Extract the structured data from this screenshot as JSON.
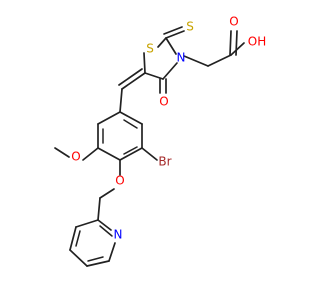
{
  "atoms": {
    "carboxyl_oh": {
      "text": "OH",
      "color": "#ff0000"
    },
    "carboxyl_o": {
      "text": "O",
      "color": "#ff0000"
    },
    "ring_s": {
      "text": "S",
      "color": "#c7a300"
    },
    "thione_s": {
      "text": "S",
      "color": "#c7a300"
    },
    "ring_n": {
      "text": "N",
      "color": "#0000ff"
    },
    "oxo_o": {
      "text": "O",
      "color": "#ff0000"
    },
    "methoxy_o": {
      "text": "O",
      "color": "#ff0000"
    },
    "br": {
      "text": "Br",
      "color": "#a52a2a"
    },
    "ether_o": {
      "text": "O",
      "color": "#ff0000"
    },
    "pyridine_n": {
      "text": "N",
      "color": "#0000ff"
    }
  },
  "colors": {
    "bond": "#222222",
    "background": "#ffffff"
  }
}
